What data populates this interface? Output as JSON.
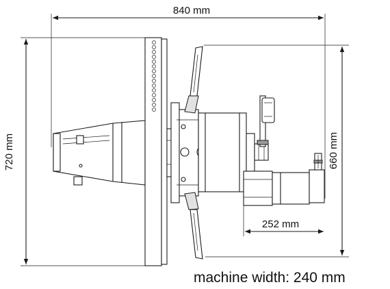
{
  "dimensions": {
    "overall_length": "840 mm",
    "overall_height": "720 mm",
    "drive_height": "660 mm",
    "motor_offset": "252 mm",
    "machine_width": "machine width: 240 mm"
  }
}
